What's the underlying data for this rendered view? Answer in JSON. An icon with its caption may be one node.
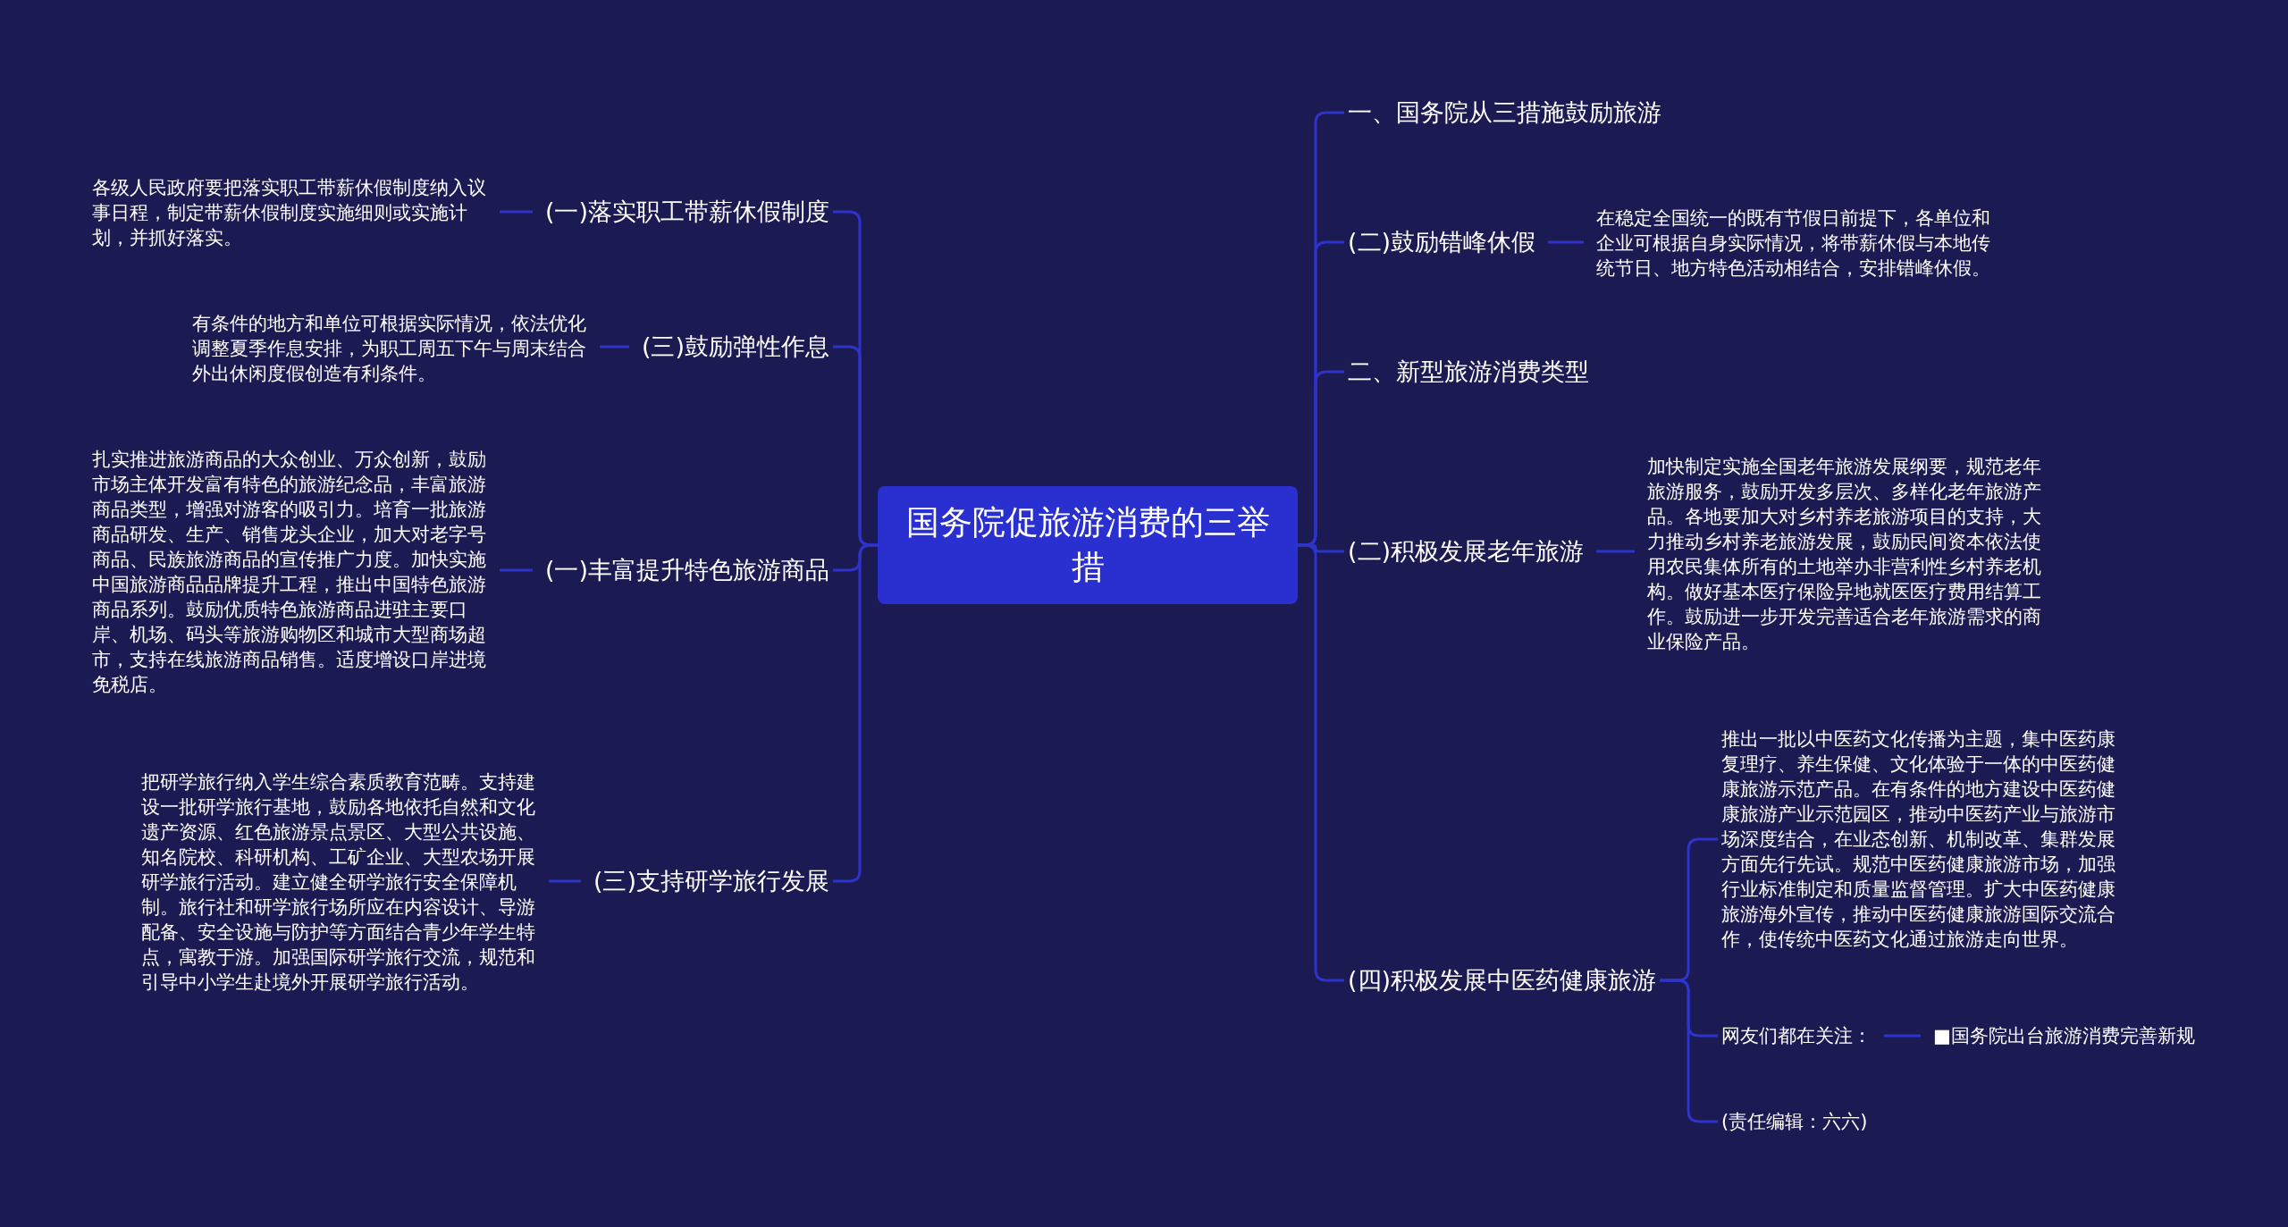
{
  "diagram": {
    "nodes": [
      {
        "text": [
          "国务院促旅游消费的三举措"
        ]
      },
      {
        "text": [
          "(一)落实职工带薪休假制度"
        ]
      },
      {
        "text": [
          "各级人民政府要把落实职工带薪休假制度纳入议事日程，制定带薪休假制度实施细则或实施计划，并抓好落实。"
        ]
      },
      {
        "text": [
          "(三)鼓励弹性作息"
        ]
      },
      {
        "text": [
          "有条件的地方和单位可根据实际情况，依法优化调整夏季作息安排，为职工周五下午与周末结合外出休闲度假创造有利条件。"
        ]
      },
      {
        "text": [
          "(一)丰富提升特色旅游商品"
        ]
      },
      {
        "text": [
          "扎实推进旅游商品的大众创业、万众创新，鼓励市场主体开发富有特色的旅游纪念品，丰富旅游商品类型，增强对游客的吸引力。培育一批旅游商品研发、生产、销售龙头企业，加大对老字号商品、民族旅游商品的宣传推广力度。加快实施中国旅游商品品牌提升工程，推出中国特色旅游商品系列。鼓励优质特色旅游商品进驻主要口岸、机场、码头等旅游购物区和城市大型商场超市，支持在线旅游商品销售。适度增设口岸进境免税店。"
        ]
      },
      {
        "text": [
          "(三)支持研学旅行发展"
        ]
      },
      {
        "text": [
          "把研学旅行纳入学生综合素质教育范畴。支持建设一批研学旅行基地，鼓励各地依托自然和文化遗产资源、红色旅游景点景区、大型公共设施、知名院校、科研机构、工矿企业、大型农场开展研学旅行活动。建立健全研学旅行安全保障机制。旅行社和研学旅行场所应在内容设计、导游配备、安全设施与防护等方面结合青少年学生特点，寓教于游。加强国际研学旅行交流，规范和引导中小学生赴境外开展研学旅行活动。"
        ]
      },
      {
        "text": [
          "一、国务院从三措施鼓励旅游"
        ]
      },
      {
        "text": [
          "(二)鼓励错峰休假"
        ]
      },
      {
        "text": [
          "在稳定全国统一的既有节假日前提下，各单位和企业可根据自身实际情况，将带薪休假与本地传统节日、地方特色活动相结合，安排错峰休假。"
        ]
      },
      {
        "text": [
          "二、新型旅游消费类型"
        ]
      },
      {
        "text": [
          "(二)积极发展老年旅游"
        ]
      },
      {
        "text": [
          "加快制定实施全国老年旅游发展纲要，规范老年旅游服务，鼓励开发多层次、多样化老年旅游产品。各地要加大对乡村养老旅游项目的支持，大力推动乡村养老旅游发展，鼓励民间资本依法使用农民集体所有的土地举办非营利性乡村养老机构。做好基本医疗保险异地就医医疗费用结算工作。鼓励进一步开发完善适合老年旅游需求的商业保险产品。"
        ]
      },
      {
        "text": [
          "(四)积极发展中医药健康旅游"
        ]
      },
      {
        "text": [
          "推出一批以中医药文化传播为主题，集中医药康复理疗、养生保健、文化体验于一体的中医药健康旅游示范产品。在有条件的地方建设中医药健康旅游产业示范园区，推动中医药产业与旅游市场深度结合，在业态创新、机制改革、集群发展方面先行先试。规范中医药健康旅游市场，加强行业标准制定和质量监督管理。扩大中医药健康旅游海外宣传，推动中医药健康旅游国际交流合作，使传统中医药文化通过旅游走向世界。"
        ]
      },
      {
        "text": [
          "网友们都在关注："
        ]
      },
      {
        "text": [
          "■国务院出台旅游消费完善新规"
        ]
      },
      {
        "text": [
          "(责任编辑：六六)"
        ]
      }
    ],
    "edges": [
      {
        "from": 0,
        "to": 1,
        "arrow": "none"
      },
      {
        "from": 0,
        "to": 3,
        "arrow": "none"
      },
      {
        "from": 0,
        "to": 5,
        "arrow": "none"
      },
      {
        "from": 0,
        "to": 7,
        "arrow": "none"
      },
      {
        "from": 1,
        "to": 2,
        "arrow": "none"
      },
      {
        "from": 3,
        "to": 4,
        "arrow": "none"
      },
      {
        "from": 5,
        "to": 6,
        "arrow": "none"
      },
      {
        "from": 7,
        "to": 8,
        "arrow": "none"
      },
      {
        "from": 0,
        "to": 9,
        "arrow": "none"
      },
      {
        "from": 0,
        "to": 10,
        "arrow": "none"
      },
      {
        "from": 0,
        "to": 12,
        "arrow": "none"
      },
      {
        "from": 0,
        "to": 13,
        "arrow": "none"
      },
      {
        "from": 0,
        "to": 15,
        "arrow": "none"
      },
      {
        "from": 10,
        "to": 11,
        "arrow": "none"
      },
      {
        "from": 13,
        "to": 14,
        "arrow": "none"
      },
      {
        "from": 15,
        "to": 16,
        "arrow": "none"
      },
      {
        "from": 15,
        "to": 17,
        "arrow": "none"
      },
      {
        "from": 15,
        "to": 19,
        "arrow": "none"
      },
      {
        "from": 17,
        "to": 18,
        "arrow": "none"
      }
    ]
  }
}
